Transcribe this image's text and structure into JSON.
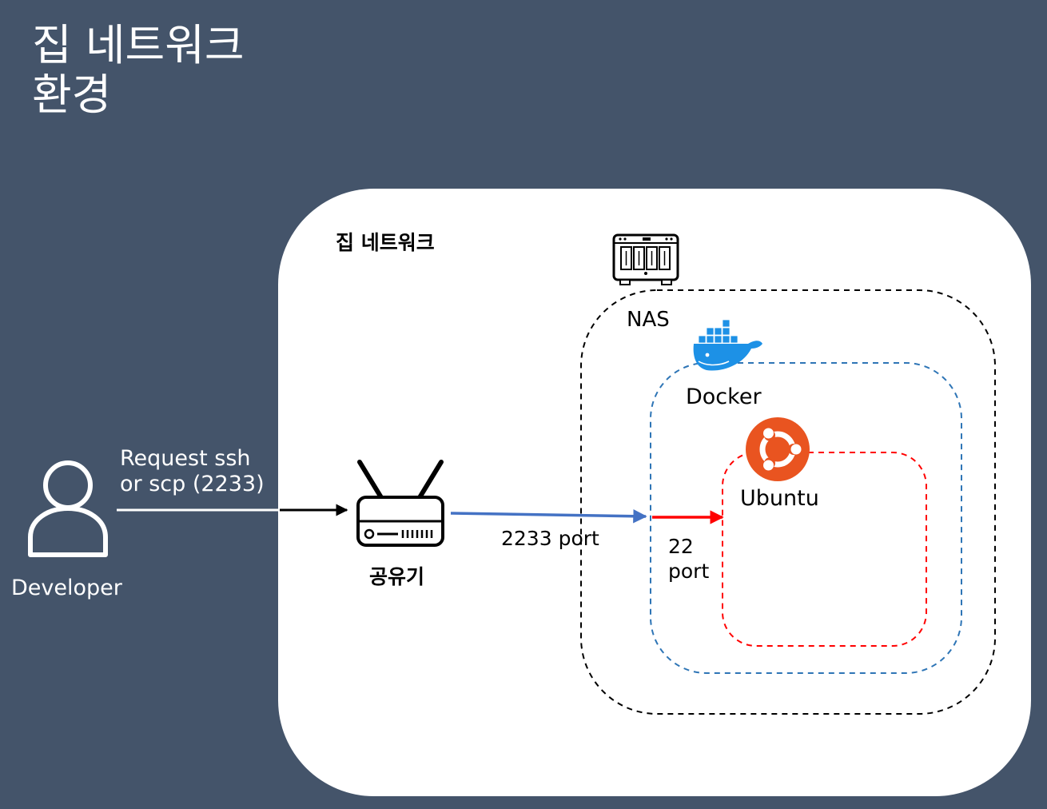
{
  "slide": {
    "title_line1": "집 네트워크",
    "title_line2": "환경"
  },
  "diagram": {
    "home_network_label": "집 네트워크",
    "nas_label": "NAS",
    "docker_label": "Docker",
    "ubuntu_label": "Ubuntu",
    "router_label": "공유기",
    "port_2233_label": "2233 port",
    "port_22_line1": "22",
    "port_22_line2": "port",
    "request_line1": "Request ssh",
    "request_line2": "or scp (2233)",
    "developer_label": "Developer"
  },
  "colors": {
    "background": "#44546a",
    "panel": "#ffffff",
    "nas_border": "#000000",
    "docker_border": "#2e75b6",
    "ubuntu_border": "#ff0000",
    "arrow_blue": "#4472c4",
    "arrow_red": "#ff0000",
    "docker_brand": "#1d91e6",
    "ubuntu_brand": "#e95420"
  },
  "icons": {
    "nas": "nas-icon",
    "docker": "docker-whale-icon",
    "ubuntu": "ubuntu-logo-icon",
    "router": "wifi-router-icon",
    "developer": "person-icon"
  }
}
